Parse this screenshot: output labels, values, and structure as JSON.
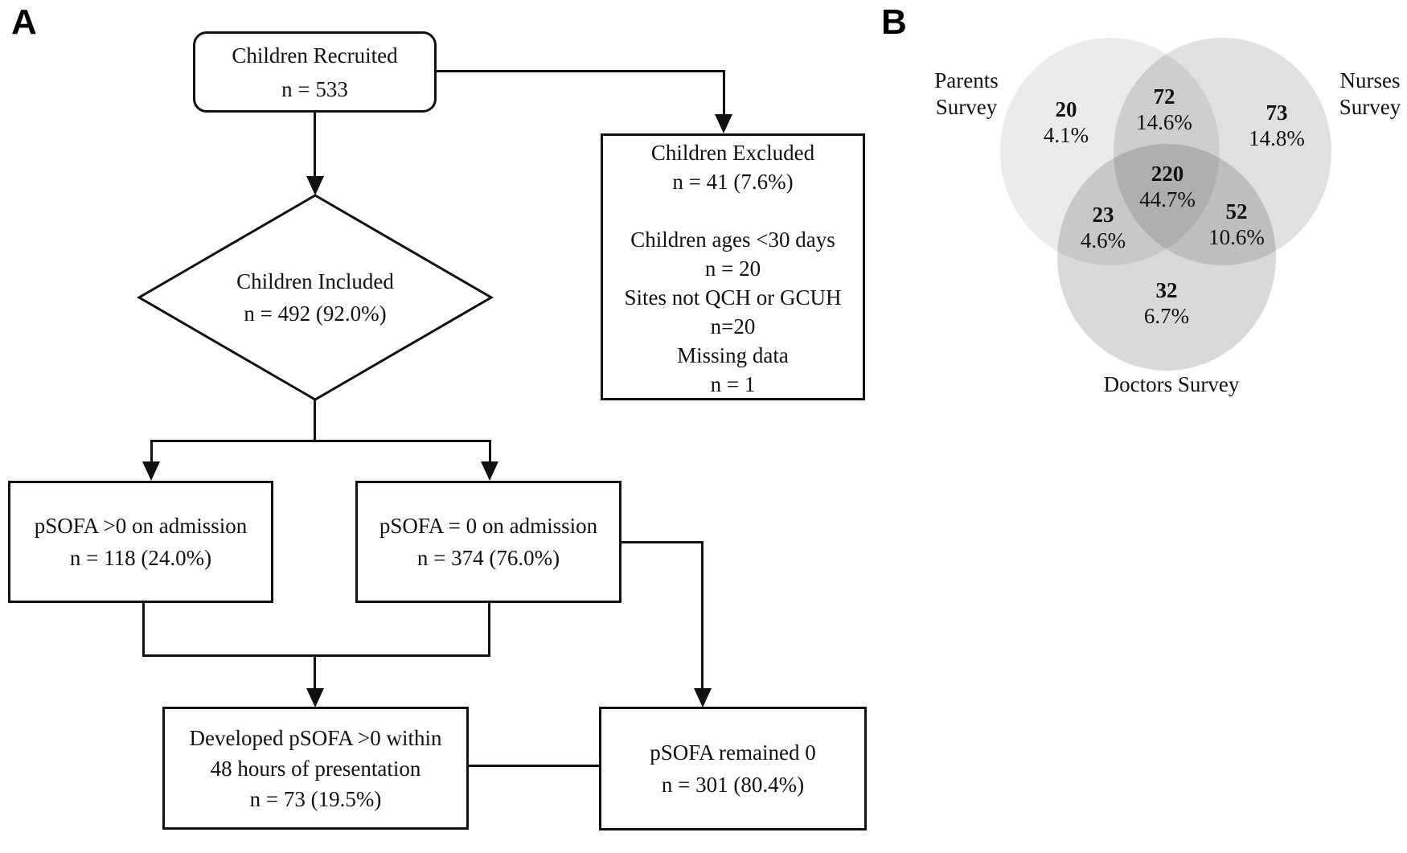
{
  "panels": {
    "a": "A",
    "b": "B"
  },
  "flowchart": {
    "recruited": {
      "lines": [
        "Children Recruited",
        "n = 533"
      ]
    },
    "excluded": {
      "lines": [
        "Children Excluded",
        "n = 41 (7.6%)",
        "",
        "Children ages <30 days",
        "n = 20",
        "Sites not QCH or GCUH",
        "n=20",
        "Missing data",
        "n = 1"
      ]
    },
    "included": {
      "lines": [
        "Children Included",
        "n = 492 (92.0%)"
      ]
    },
    "psofa_positive": {
      "lines": [
        "pSOFA >0 on admission",
        "n = 118 (24.0%)"
      ]
    },
    "psofa_zero": {
      "lines": [
        "pSOFA = 0 on admission",
        "n = 374 (76.0%)"
      ]
    },
    "developed": {
      "lines": [
        "Developed pSOFA >0 within",
        "48 hours of presentation",
        "n = 73 (19.5%)"
      ]
    },
    "remained": {
      "lines": [
        "pSOFA remained 0",
        "n = 301 (80.4%)"
      ]
    }
  },
  "venn": {
    "set_labels": {
      "parents": {
        "lines": [
          "Parents",
          "Survey"
        ]
      },
      "nurses": {
        "lines": [
          "Nurses",
          "Survey"
        ]
      },
      "doctors": {
        "lines": [
          "Doctors Survey"
        ]
      }
    },
    "regions": [
      {
        "name": "parents-only",
        "count": "20",
        "pct": "4.1%"
      },
      {
        "name": "parents-nurses",
        "count": "72",
        "pct": "14.6%"
      },
      {
        "name": "nurses-only",
        "count": "73",
        "pct": "14.8%"
      },
      {
        "name": "parents-nurses-doctors",
        "count": "220",
        "pct": "44.7%"
      },
      {
        "name": "parents-doctors",
        "count": "23",
        "pct": "4.6%"
      },
      {
        "name": "nurses-doctors",
        "count": "52",
        "pct": "10.6%"
      },
      {
        "name": "doctors-only",
        "count": "32",
        "pct": "6.7%"
      }
    ],
    "colors": {
      "parents_fill": "#ebebeb",
      "nurses_fill": "#e0e0e0",
      "doctors_fill": "#d9d9d9",
      "line": "#111111"
    }
  }
}
